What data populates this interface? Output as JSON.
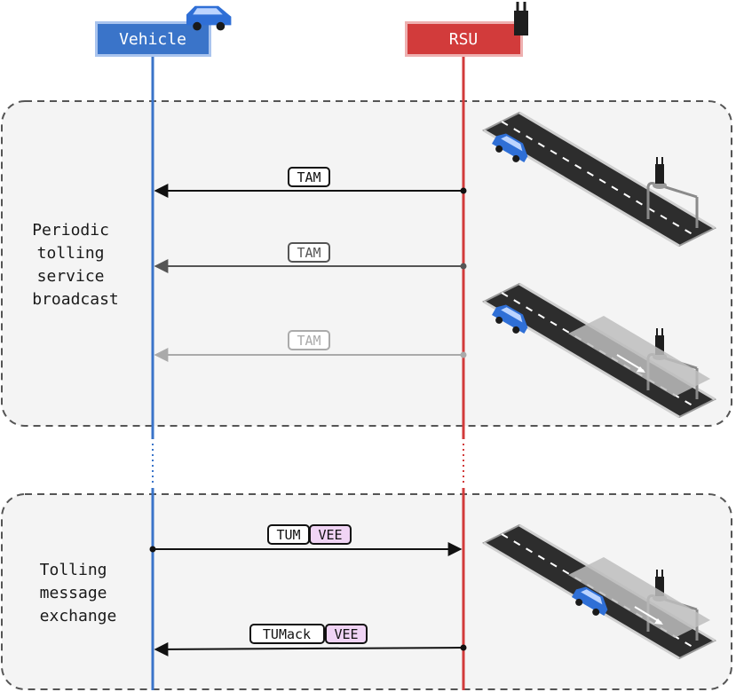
{
  "actors": {
    "vehicle": {
      "label": "Vehicle",
      "color": "#3a74c9"
    },
    "rsu": {
      "label": "RSU",
      "color": "#d23b3b"
    }
  },
  "sections": {
    "broadcast": {
      "line1": "Periodic",
      "line2": "tolling",
      "line3": "service",
      "line4": "broadcast"
    },
    "exchange": {
      "line1": "Tolling",
      "line2": "message",
      "line3": "exchange"
    }
  },
  "messages": {
    "tam1": {
      "label": "TAM",
      "color": "#111111"
    },
    "tam2": {
      "label": "TAM",
      "color": "#555555"
    },
    "tam3": {
      "label": "TAM",
      "color": "#aaaaaa"
    },
    "tum": {
      "label": "TUM",
      "tag": "VEE",
      "tag_color": "#f0d4f5"
    },
    "tumack": {
      "label": "TUMack",
      "tag": "VEE",
      "tag_color": "#f0d4f5"
    }
  }
}
